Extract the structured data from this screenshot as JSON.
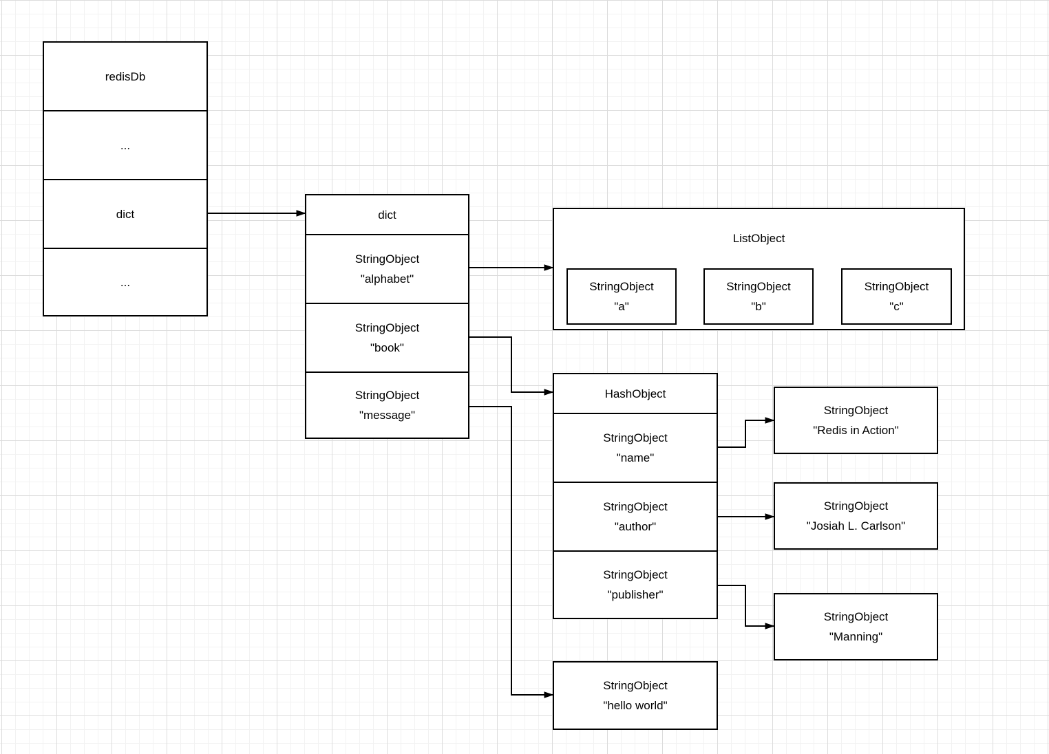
{
  "diagram": {
    "redis_db": {
      "rows": [
        {
          "label": "redisDb"
        },
        {
          "label": "..."
        },
        {
          "label": "dict"
        },
        {
          "label": "..."
        }
      ]
    },
    "dict_table": {
      "header": "dict",
      "rows": [
        {
          "label": "StringObject\n\"alphabet\""
        },
        {
          "label": "StringObject\n\"book\""
        },
        {
          "label": "StringObject\n\"message\""
        }
      ]
    },
    "list_object": {
      "title": "ListObject",
      "items": [
        {
          "label": "StringObject\n\"a\""
        },
        {
          "label": "StringObject\n\"b\""
        },
        {
          "label": "StringObject\n\"c\""
        }
      ]
    },
    "hash_object": {
      "header": "HashObject",
      "rows": [
        {
          "label": "StringObject\n\"name\""
        },
        {
          "label": "StringObject\n\"author\""
        },
        {
          "label": "StringObject\n\"publisher\""
        }
      ]
    },
    "value_boxes": [
      {
        "label": "StringObject\n\"Redis in Action\""
      },
      {
        "label": "StringObject\n\"Josiah L. Carlson\""
      },
      {
        "label": "StringObject\n\"Manning\""
      },
      {
        "label": "StringObject\n\"hello world\""
      }
    ],
    "edges": [
      {
        "from": "redisDb.dict",
        "to": "dict"
      },
      {
        "from": "dict.alphabet",
        "to": "ListObject"
      },
      {
        "from": "dict.book",
        "to": "HashObject"
      },
      {
        "from": "dict.message",
        "to": "StringObject \"hello world\""
      },
      {
        "from": "ListObject.a",
        "to": "ListObject.b"
      },
      {
        "from": "ListObject.b",
        "to": "ListObject.c"
      },
      {
        "from": "HashObject.name",
        "to": "StringObject \"Redis in Action\""
      },
      {
        "from": "HashObject.author",
        "to": "StringObject \"Josiah L. Carlson\""
      },
      {
        "from": "HashObject.publisher",
        "to": "StringObject \"Manning\""
      }
    ],
    "colors": {
      "stroke": "#000000",
      "fill": "#ffffff",
      "grid_minor": "#f2f2f2",
      "grid_major": "#dcdcdc",
      "background": "#ffffff",
      "text": "#000000"
    }
  }
}
